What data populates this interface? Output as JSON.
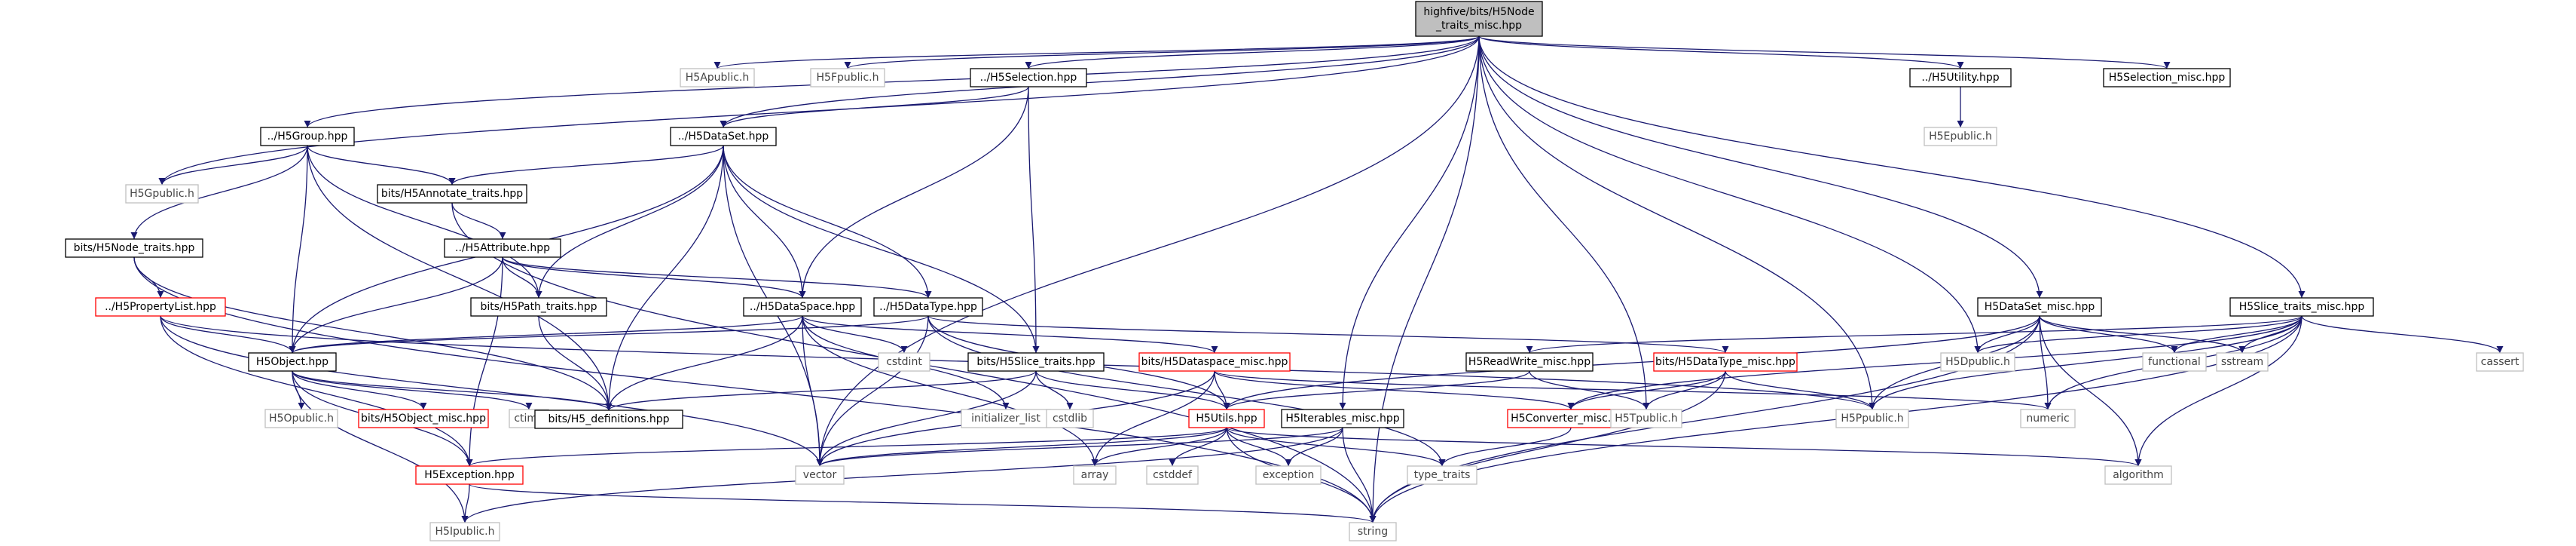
{
  "graph": {
    "nodes": [
      {
        "id": "root",
        "label": "highfive/bits/H5Node\n_traits_misc.hpp",
        "style": "root"
      },
      {
        "id": "h5apublic",
        "label": "H5Apublic.h",
        "style": "external"
      },
      {
        "id": "h5fpublic",
        "label": "H5Fpublic.h",
        "style": "external"
      },
      {
        "id": "h5selection",
        "label": "../H5Selection.hpp",
        "style": "normal"
      },
      {
        "id": "h5utility",
        "label": "../H5Utility.hpp",
        "style": "normal"
      },
      {
        "id": "h5selection_misc",
        "label": "H5Selection_misc.hpp",
        "style": "normal"
      },
      {
        "id": "h5group",
        "label": "../H5Group.hpp",
        "style": "normal"
      },
      {
        "id": "h5dataset",
        "label": "../H5DataSet.hpp",
        "style": "normal"
      },
      {
        "id": "h5epublic",
        "label": "H5Epublic.h",
        "style": "external"
      },
      {
        "id": "h5gpublic",
        "label": "H5Gpublic.h",
        "style": "external"
      },
      {
        "id": "annotate",
        "label": "bits/H5Annotate_traits.hpp",
        "style": "normal"
      },
      {
        "id": "h5attribute",
        "label": "../H5Attribute.hpp",
        "style": "normal"
      },
      {
        "id": "node_traits",
        "label": "bits/H5Node_traits.hpp",
        "style": "normal"
      },
      {
        "id": "propertylist",
        "label": "../H5PropertyList.hpp",
        "style": "incomplete"
      },
      {
        "id": "path_traits",
        "label": "bits/H5Path_traits.hpp",
        "style": "normal"
      },
      {
        "id": "h5dataspace",
        "label": "../H5DataSpace.hpp",
        "style": "normal"
      },
      {
        "id": "h5datatype",
        "label": "../H5DataType.hpp",
        "style": "normal"
      },
      {
        "id": "dataset_misc",
        "label": "H5DataSet_misc.hpp",
        "style": "normal"
      },
      {
        "id": "slice_traits_misc",
        "label": "H5Slice_traits_misc.hpp",
        "style": "normal"
      },
      {
        "id": "h5object",
        "label": "H5Object.hpp",
        "style": "normal"
      },
      {
        "id": "slice_traits",
        "label": "bits/H5Slice_traits.hpp",
        "style": "normal"
      },
      {
        "id": "dataspace_misc",
        "label": "bits/H5Dataspace_misc.hpp",
        "style": "incomplete"
      },
      {
        "id": "readwrite_misc",
        "label": "H5ReadWrite_misc.hpp",
        "style": "normal"
      },
      {
        "id": "datatype_misc",
        "label": "bits/H5DataType_misc.hpp",
        "style": "incomplete"
      },
      {
        "id": "cstdint",
        "label": "cstdint",
        "style": "external"
      },
      {
        "id": "functional",
        "label": "functional",
        "style": "external"
      },
      {
        "id": "sstream",
        "label": "sstream",
        "style": "external"
      },
      {
        "id": "cassert",
        "label": "cassert",
        "style": "external"
      },
      {
        "id": "h5dpublic",
        "label": "H5Dpublic.h",
        "style": "external"
      },
      {
        "id": "h5opublic",
        "label": "H5Opublic.h",
        "style": "external"
      },
      {
        "id": "h5object_misc",
        "label": "bits/H5Object_misc.hpp",
        "style": "incomplete"
      },
      {
        "id": "ctime",
        "label": "ctime",
        "style": "external"
      },
      {
        "id": "h5_definitions",
        "label": "bits/H5_definitions.hpp",
        "style": "normal"
      },
      {
        "id": "initializer_list",
        "label": "initializer_list",
        "style": "external"
      },
      {
        "id": "cstdlib",
        "label": "cstdlib",
        "style": "external"
      },
      {
        "id": "h5converter_misc",
        "label": "H5Converter_misc.hpp",
        "style": "incomplete"
      },
      {
        "id": "h5tpublic",
        "label": "H5Tpublic.h",
        "style": "external"
      },
      {
        "id": "h5ppublic",
        "label": "H5Ppublic.h",
        "style": "external"
      },
      {
        "id": "numeric",
        "label": "numeric",
        "style": "external"
      },
      {
        "id": "h5utils",
        "label": "H5Utils.hpp",
        "style": "incomplete"
      },
      {
        "id": "h5iterables_misc",
        "label": "H5Iterables_misc.hpp",
        "style": "normal"
      },
      {
        "id": "h5exception",
        "label": "H5Exception.hpp",
        "style": "incomplete"
      },
      {
        "id": "vector",
        "label": "vector",
        "style": "external"
      },
      {
        "id": "array",
        "label": "array",
        "style": "external"
      },
      {
        "id": "cstddef",
        "label": "cstddef",
        "style": "external"
      },
      {
        "id": "exception",
        "label": "exception",
        "style": "external"
      },
      {
        "id": "type_traits",
        "label": "type_traits",
        "style": "external"
      },
      {
        "id": "algorithm",
        "label": "algorithm",
        "style": "external"
      },
      {
        "id": "h5ipublic",
        "label": "H5Ipublic.h",
        "style": "external"
      },
      {
        "id": "string",
        "label": "string",
        "style": "external"
      }
    ],
    "edges": [
      [
        "root",
        "h5apublic"
      ],
      [
        "root",
        "h5fpublic"
      ],
      [
        "root",
        "h5selection"
      ],
      [
        "root",
        "h5utility"
      ],
      [
        "root",
        "h5selection_misc"
      ],
      [
        "root",
        "h5group"
      ],
      [
        "root",
        "h5dataset"
      ],
      [
        "root",
        "dataset_misc"
      ],
      [
        "root",
        "slice_traits_misc"
      ],
      [
        "root",
        "h5gpublic"
      ],
      [
        "root",
        "h5dpublic"
      ],
      [
        "root",
        "h5ppublic"
      ],
      [
        "root",
        "h5tpublic"
      ],
      [
        "root",
        "h5iterables_misc"
      ],
      [
        "root",
        "vector"
      ],
      [
        "root",
        "string"
      ],
      [
        "h5utility",
        "h5epublic"
      ],
      [
        "h5selection",
        "h5dataset"
      ],
      [
        "h5selection",
        "h5dataspace"
      ],
      [
        "h5selection",
        "slice_traits"
      ],
      [
        "h5group",
        "h5gpublic"
      ],
      [
        "h5group",
        "annotate"
      ],
      [
        "h5group",
        "node_traits"
      ],
      [
        "h5group",
        "h5object"
      ],
      [
        "h5group",
        "path_traits"
      ],
      [
        "h5group",
        "h5_definitions"
      ],
      [
        "h5dataset",
        "annotate"
      ],
      [
        "h5dataset",
        "h5object"
      ],
      [
        "h5dataset",
        "path_traits"
      ],
      [
        "h5dataset",
        "h5dataspace"
      ],
      [
        "h5dataset",
        "h5datatype"
      ],
      [
        "h5dataset",
        "slice_traits"
      ],
      [
        "h5dataset",
        "h5_definitions"
      ],
      [
        "h5dataset",
        "vector"
      ],
      [
        "annotate",
        "h5attribute"
      ],
      [
        "annotate",
        "string"
      ],
      [
        "h5attribute",
        "path_traits"
      ],
      [
        "h5attribute",
        "h5dataspace"
      ],
      [
        "h5attribute",
        "h5datatype"
      ],
      [
        "h5attribute",
        "h5object"
      ],
      [
        "h5attribute",
        "h5exception"
      ],
      [
        "node_traits",
        "propertylist"
      ],
      [
        "node_traits",
        "h5_definitions"
      ],
      [
        "node_traits",
        "string"
      ],
      [
        "propertylist",
        "h5object"
      ],
      [
        "propertylist",
        "h5ppublic"
      ],
      [
        "propertylist",
        "h5exception"
      ],
      [
        "propertylist",
        "vector"
      ],
      [
        "path_traits",
        "h5_definitions"
      ],
      [
        "h5dataspace",
        "h5object"
      ],
      [
        "h5dataspace",
        "h5_definitions"
      ],
      [
        "h5dataspace",
        "cstdint"
      ],
      [
        "h5dataspace",
        "dataspace_misc"
      ],
      [
        "h5dataspace",
        "initializer_list"
      ],
      [
        "h5dataspace",
        "vector"
      ],
      [
        "h5dataspace",
        "array"
      ],
      [
        "h5datatype",
        "h5object"
      ],
      [
        "h5datatype",
        "datatype_misc"
      ],
      [
        "h5datatype",
        "h5utils"
      ],
      [
        "h5datatype",
        "type_traits"
      ],
      [
        "h5datatype",
        "vector"
      ],
      [
        "h5object",
        "h5opublic"
      ],
      [
        "h5object",
        "h5object_misc"
      ],
      [
        "h5object",
        "ctime"
      ],
      [
        "h5object",
        "h5_definitions"
      ],
      [
        "h5object",
        "h5exception"
      ],
      [
        "h5object",
        "h5ipublic"
      ],
      [
        "slice_traits",
        "cstdlib"
      ],
      [
        "slice_traits",
        "h5utils"
      ],
      [
        "slice_traits",
        "h5_definitions"
      ],
      [
        "slice_traits",
        "vector"
      ],
      [
        "dataspace_misc",
        "h5utils"
      ],
      [
        "dataspace_misc",
        "h5converter_misc"
      ],
      [
        "dataspace_misc",
        "numeric"
      ],
      [
        "dataspace_misc",
        "array"
      ],
      [
        "dataspace_misc",
        "vector"
      ],
      [
        "dataset_misc",
        "h5dpublic"
      ],
      [
        "dataset_misc",
        "h5ppublic"
      ],
      [
        "dataset_misc",
        "h5utils"
      ],
      [
        "dataset_misc",
        "algorithm"
      ],
      [
        "dataset_misc",
        "functional"
      ],
      [
        "dataset_misc",
        "numeric"
      ],
      [
        "dataset_misc",
        "sstream"
      ],
      [
        "dataset_misc",
        "string"
      ],
      [
        "slice_traits_misc",
        "readwrite_misc"
      ],
      [
        "slice_traits_misc",
        "h5dpublic"
      ],
      [
        "slice_traits_misc",
        "h5converter_misc"
      ],
      [
        "slice_traits_misc",
        "cassert"
      ],
      [
        "slice_traits_misc",
        "functional"
      ],
      [
        "slice_traits_misc",
        "numeric"
      ],
      [
        "slice_traits_misc",
        "sstream"
      ],
      [
        "slice_traits_misc",
        "algorithm"
      ],
      [
        "slice_traits_misc",
        "string"
      ],
      [
        "slice_traits_misc",
        "h5ppublic"
      ],
      [
        "readwrite_misc",
        "h5tpublic"
      ],
      [
        "readwrite_misc",
        "h5utils"
      ],
      [
        "datatype_misc",
        "h5tpublic"
      ],
      [
        "datatype_misc",
        "h5ppublic"
      ],
      [
        "datatype_misc",
        "h5converter_misc"
      ],
      [
        "datatype_misc",
        "string"
      ],
      [
        "h5converter_misc",
        "type_traits"
      ],
      [
        "h5utils",
        "h5exception"
      ],
      [
        "h5utils",
        "array"
      ],
      [
        "h5utils",
        "cstddef"
      ],
      [
        "h5utils",
        "exception"
      ],
      [
        "h5utils",
        "type_traits"
      ],
      [
        "h5utils",
        "vector"
      ],
      [
        "h5utils",
        "algorithm"
      ],
      [
        "h5utils",
        "string"
      ],
      [
        "h5iterables_misc",
        "exception"
      ],
      [
        "h5iterables_misc",
        "string"
      ],
      [
        "h5iterables_misc",
        "vector"
      ],
      [
        "h5iterables_misc",
        "h5ipublic"
      ],
      [
        "h5exception",
        "h5ipublic"
      ],
      [
        "h5exception",
        "string"
      ]
    ]
  }
}
